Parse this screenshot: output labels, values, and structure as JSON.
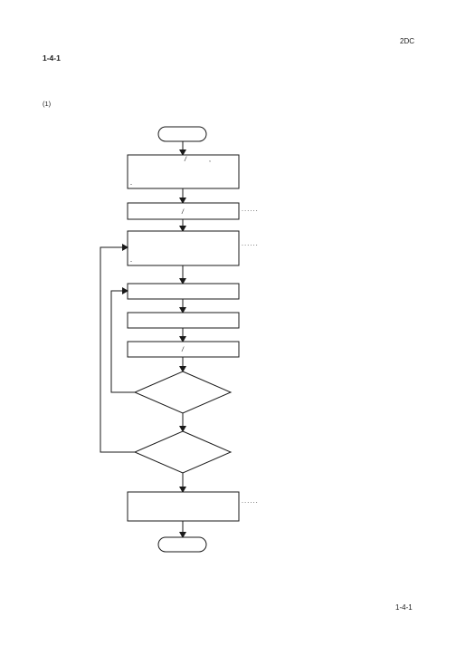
{
  "header": {
    "doc_code": "2DC"
  },
  "section": {
    "number": "1-4-1",
    "sub_number": "(1)"
  },
  "flowchart": {
    "nodes": [
      {
        "id": "start",
        "shape": "terminal",
        "text": ""
      },
      {
        "id": "step1",
        "shape": "process",
        "texts": [
          "/",
          ",",
          "-"
        ]
      },
      {
        "id": "step2",
        "shape": "process",
        "texts": [
          "/"
        ],
        "note": "......"
      },
      {
        "id": "step3",
        "shape": "process",
        "texts": [
          "-"
        ],
        "note": "......"
      },
      {
        "id": "step4",
        "shape": "process",
        "texts": []
      },
      {
        "id": "step5",
        "shape": "process",
        "texts": []
      },
      {
        "id": "step6",
        "shape": "process",
        "texts": [
          "/"
        ]
      },
      {
        "id": "decision1",
        "shape": "decision",
        "text": ""
      },
      {
        "id": "decision2",
        "shape": "decision",
        "text": ""
      },
      {
        "id": "step7",
        "shape": "process",
        "texts": [],
        "note": "......"
      },
      {
        "id": "end",
        "shape": "terminal",
        "text": ""
      }
    ]
  },
  "footer": {
    "page_number": "1-4-1"
  }
}
